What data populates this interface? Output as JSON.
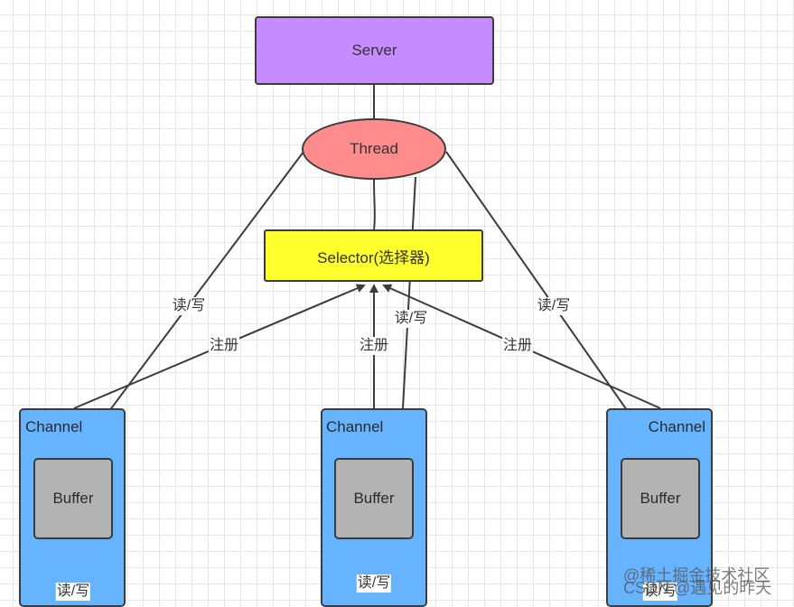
{
  "nodes": {
    "server": "Server",
    "thread": "Thread",
    "selector": "Selector(选择器)",
    "channel_title": "Channel",
    "buffer_label": "Buffer"
  },
  "edge_labels": {
    "read_write": "读/写",
    "register": "注册"
  },
  "watermark": {
    "line1": "@稀土掘金技术社区",
    "line2": "CSDN @遇见的昨天"
  },
  "colors": {
    "server": "#c68cff",
    "thread": "#ff8c8c",
    "selector": "#ffff2e",
    "channel": "#66b3ff",
    "buffer": "#b3b3b3",
    "stroke": "#3c3c3c"
  }
}
